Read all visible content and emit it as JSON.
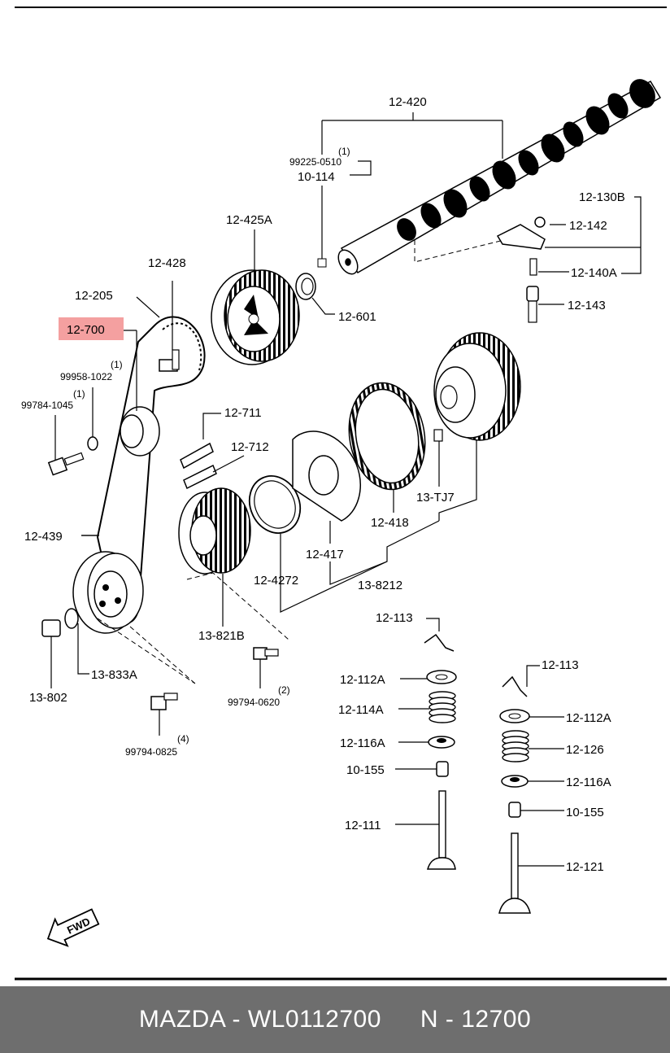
{
  "labels": {
    "p12420": "12-420",
    "p99225_qty": "(1)",
    "p99225": "99225-0510",
    "p10114": "10-114",
    "p12425A": "12-425A",
    "p12428": "12-428",
    "p12205": "12-205",
    "p12700": "12-700",
    "p99958_qty": "(1)",
    "p99958": "99958-1022",
    "p99784_qty": "(1)",
    "p99784": "99784-1045",
    "p12601": "12-601",
    "p12130B": "12-130B",
    "p12142": "12-142",
    "p12140A": "12-140A",
    "p12143": "12-143",
    "p12711": "12-711",
    "p12712": "12-712",
    "p12439": "12-439",
    "p13TJ7": "13-TJ7",
    "p12418": "12-418",
    "p12417": "12-417",
    "p124272": "12-4272",
    "p138212": "13-8212",
    "p13821B": "13-821B",
    "p13833A": "13-833A",
    "p13802": "13-802",
    "p99794_0620_qty": "(2)",
    "p99794_0620": "99794-0620",
    "p99794_0825_qty": "(4)",
    "p99794_0825": "99794-0825",
    "p12113a": "12-113",
    "p12112Aa": "12-112A",
    "p12114A": "12-114A",
    "p12116Aa": "12-116A",
    "p10155a": "10-155",
    "p12111": "12-111",
    "p12113b": "12-113",
    "p12112Ab": "12-112A",
    "p12126": "12-126",
    "p12116Ab": "12-116A",
    "p10155b": "10-155",
    "p12121": "12-121",
    "fwd": "FWD"
  },
  "footer": {
    "brand_part": "MAZDA - WL0112700",
    "ref": "N - 12700"
  },
  "colors": {
    "highlight": "#f4a0a0",
    "footer_bg": "#6e6e6e",
    "footer_text": "#ffffff"
  }
}
